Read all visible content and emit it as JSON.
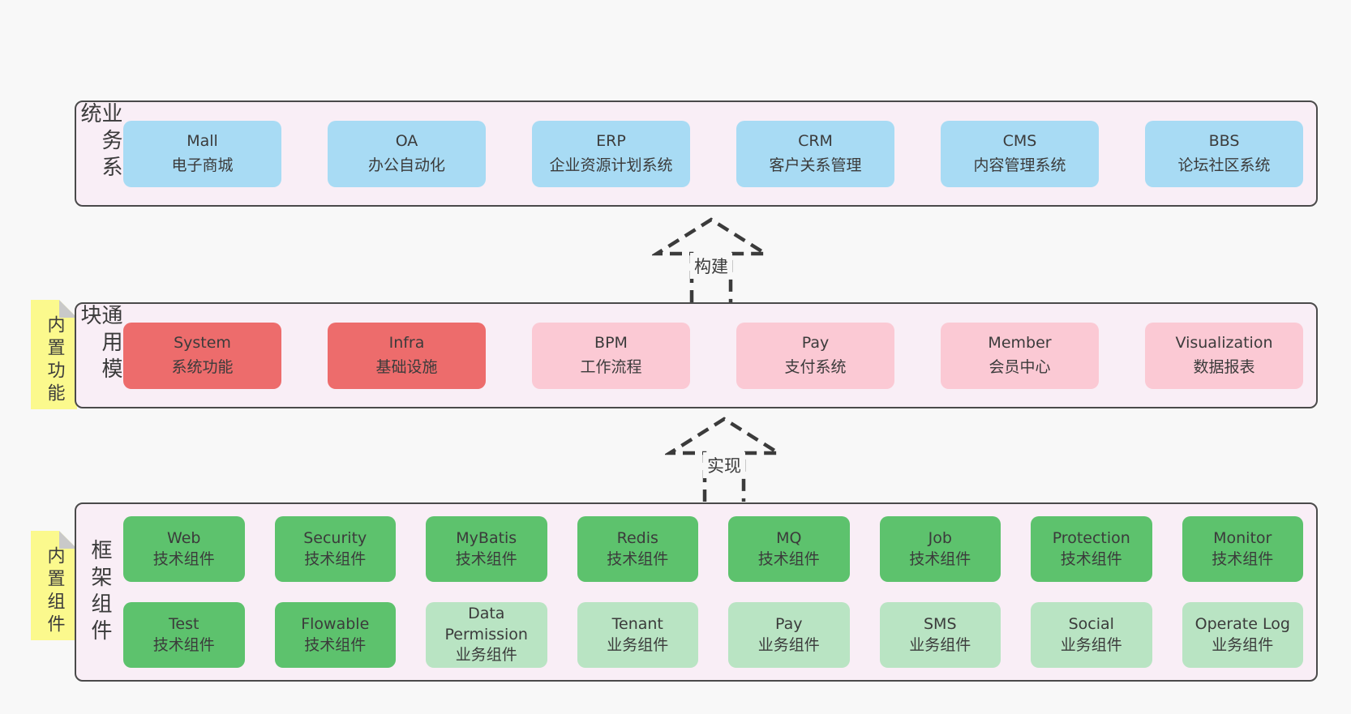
{
  "colors": {
    "page_bg": "#f8f8f8",
    "section_bg": "#f9eef6",
    "section_border": "#4a4a4a",
    "blue_box": "#a8dbf4",
    "red_box": "#ed6c6c",
    "pink_box": "#fbc9d4",
    "green_box": "#5dc26d",
    "light_green_box": "#b9e4c3",
    "sticky_yellow": "#fbf98d",
    "sticky_fold": "#c9c9c9",
    "text": "#3b3b3b"
  },
  "arrows": [
    {
      "label": "构建"
    },
    {
      "label": "实现"
    }
  ],
  "sections": [
    {
      "label": "业务系统",
      "boxes": [
        {
          "name": "Mall",
          "subtitle": "电子商城"
        },
        {
          "name": "OA",
          "subtitle": "办公自动化"
        },
        {
          "name": "ERP",
          "subtitle": "企业资源计划系统"
        },
        {
          "name": "CRM",
          "subtitle": "客户关系管理"
        },
        {
          "name": "CMS",
          "subtitle": "内容管理系统"
        },
        {
          "name": "BBS",
          "subtitle": "论坛社区系统"
        }
      ]
    },
    {
      "label": "通用模块",
      "sticky": "内置功能",
      "boxes": [
        {
          "name": "System",
          "subtitle": "系统功能"
        },
        {
          "name": "Infra",
          "subtitle": "基础设施"
        },
        {
          "name": "BPM",
          "subtitle": "工作流程"
        },
        {
          "name": "Pay",
          "subtitle": "支付系统"
        },
        {
          "name": "Member",
          "subtitle": "会员中心"
        },
        {
          "name": "Visualization",
          "subtitle": "数据报表"
        }
      ]
    },
    {
      "label": "框架组件",
      "sticky": "内置组件",
      "rows": [
        [
          {
            "name": "Web",
            "subtitle": "技术组件"
          },
          {
            "name": "Security",
            "subtitle": "技术组件"
          },
          {
            "name": "MyBatis",
            "subtitle": "技术组件"
          },
          {
            "name": "Redis",
            "subtitle": "技术组件"
          },
          {
            "name": "MQ",
            "subtitle": "技术组件"
          },
          {
            "name": "Job",
            "subtitle": "技术组件"
          },
          {
            "name": "Protection",
            "subtitle": "技术组件"
          },
          {
            "name": "Monitor",
            "subtitle": "技术组件"
          }
        ],
        [
          {
            "name": "Test",
            "subtitle": "技术组件"
          },
          {
            "name": "Flowable",
            "subtitle": "技术组件"
          },
          {
            "name": "Data Permission",
            "subtitle": "业务组件"
          },
          {
            "name": "Tenant",
            "subtitle": "业务组件"
          },
          {
            "name": "Pay",
            "subtitle": "业务组件"
          },
          {
            "name": "SMS",
            "subtitle": "业务组件"
          },
          {
            "name": "Social",
            "subtitle": "业务组件"
          },
          {
            "name": "Operate Log",
            "subtitle": "业务组件"
          }
        ]
      ]
    }
  ]
}
